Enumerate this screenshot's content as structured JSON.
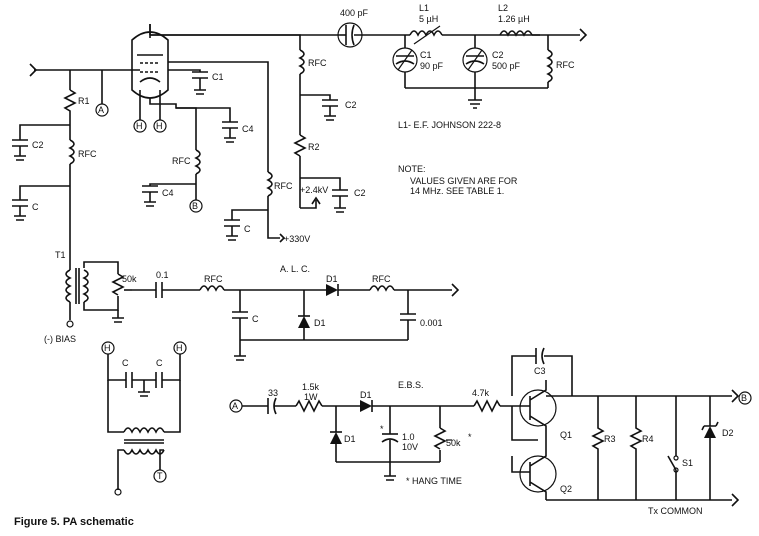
{
  "caption": "Figure 5. PA schematic",
  "labels": {
    "c400": "400 pF",
    "l1": "L1",
    "l1v": "5 µH",
    "l2": "L2",
    "l2v": "1.26 µH",
    "c1": "C1",
    "c1v": "90 pF",
    "c2": "C2",
    "c2v": "500 pF",
    "rfc_out": "RFC",
    "l1note": "L1- E.F. JOHNSON 222-8",
    "note1": "NOTE:",
    "note2": "VALUES GIVEN ARE FOR",
    "note3": "14 MHz. SEE TABLE 1.",
    "r1": "R1",
    "a": "A",
    "h": "H",
    "b": "B",
    "t": "T",
    "c1b": "C1",
    "c4a": "C4",
    "c4b": "C4",
    "rfc_g": "RFC",
    "rfc_s": "RFC",
    "rfc_p": "RFC",
    "rfc_l": "RFC",
    "c2a": "C2",
    "c2b": "C2",
    "c2c": "C2",
    "c_l": "C",
    "c_s": "C",
    "r2": "R2",
    "hv": "+2.4kV",
    "v330": "+330V",
    "t1": "T1",
    "bias": "(-) BIAS",
    "pot50k": "50k",
    "c01": "0.1",
    "rfc_alc": "RFC",
    "alc": "A. L. C.",
    "d1a": "D1",
    "d1b": "D1",
    "rfc_alc2": "RFC",
    "c_alc": "C",
    "c0001": "0.001",
    "cfa": "C",
    "cfb": "C",
    "ebs": "E.B.S.",
    "c33": "33",
    "r15k": "1.5k",
    "r1w": "1W",
    "d1c": "D1",
    "d1d": "D1",
    "c10": "1.0",
    "c10v": "10V",
    "pot50kb": "50k",
    "star": "*",
    "hang": "* HANG TIME",
    "r47k": "4.7k",
    "c3": "C3",
    "q1": "Q1",
    "q2": "Q2",
    "r3": "R3",
    "r4": "R4",
    "s1": "S1",
    "d2": "D2",
    "b2": "B",
    "txc": "Tx COMMON"
  }
}
